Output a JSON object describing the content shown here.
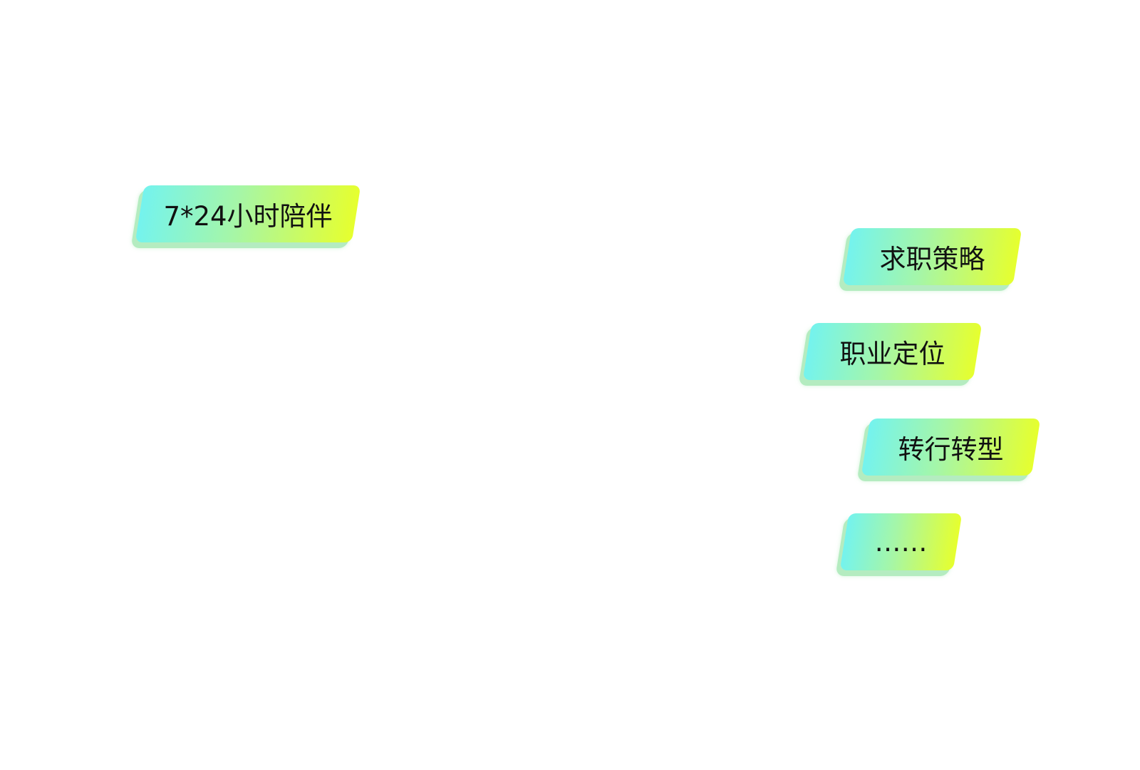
{
  "tags": [
    {
      "label": "7*24小时陪伴"
    },
    {
      "label": "求职策略"
    },
    {
      "label": "职业定位"
    },
    {
      "label": "转行转型"
    },
    {
      "label": "……"
    }
  ],
  "colors": {
    "gradient_start": "#74f3ee",
    "gradient_end": "#e6ff2e",
    "shadow": "#b4ecc0"
  }
}
